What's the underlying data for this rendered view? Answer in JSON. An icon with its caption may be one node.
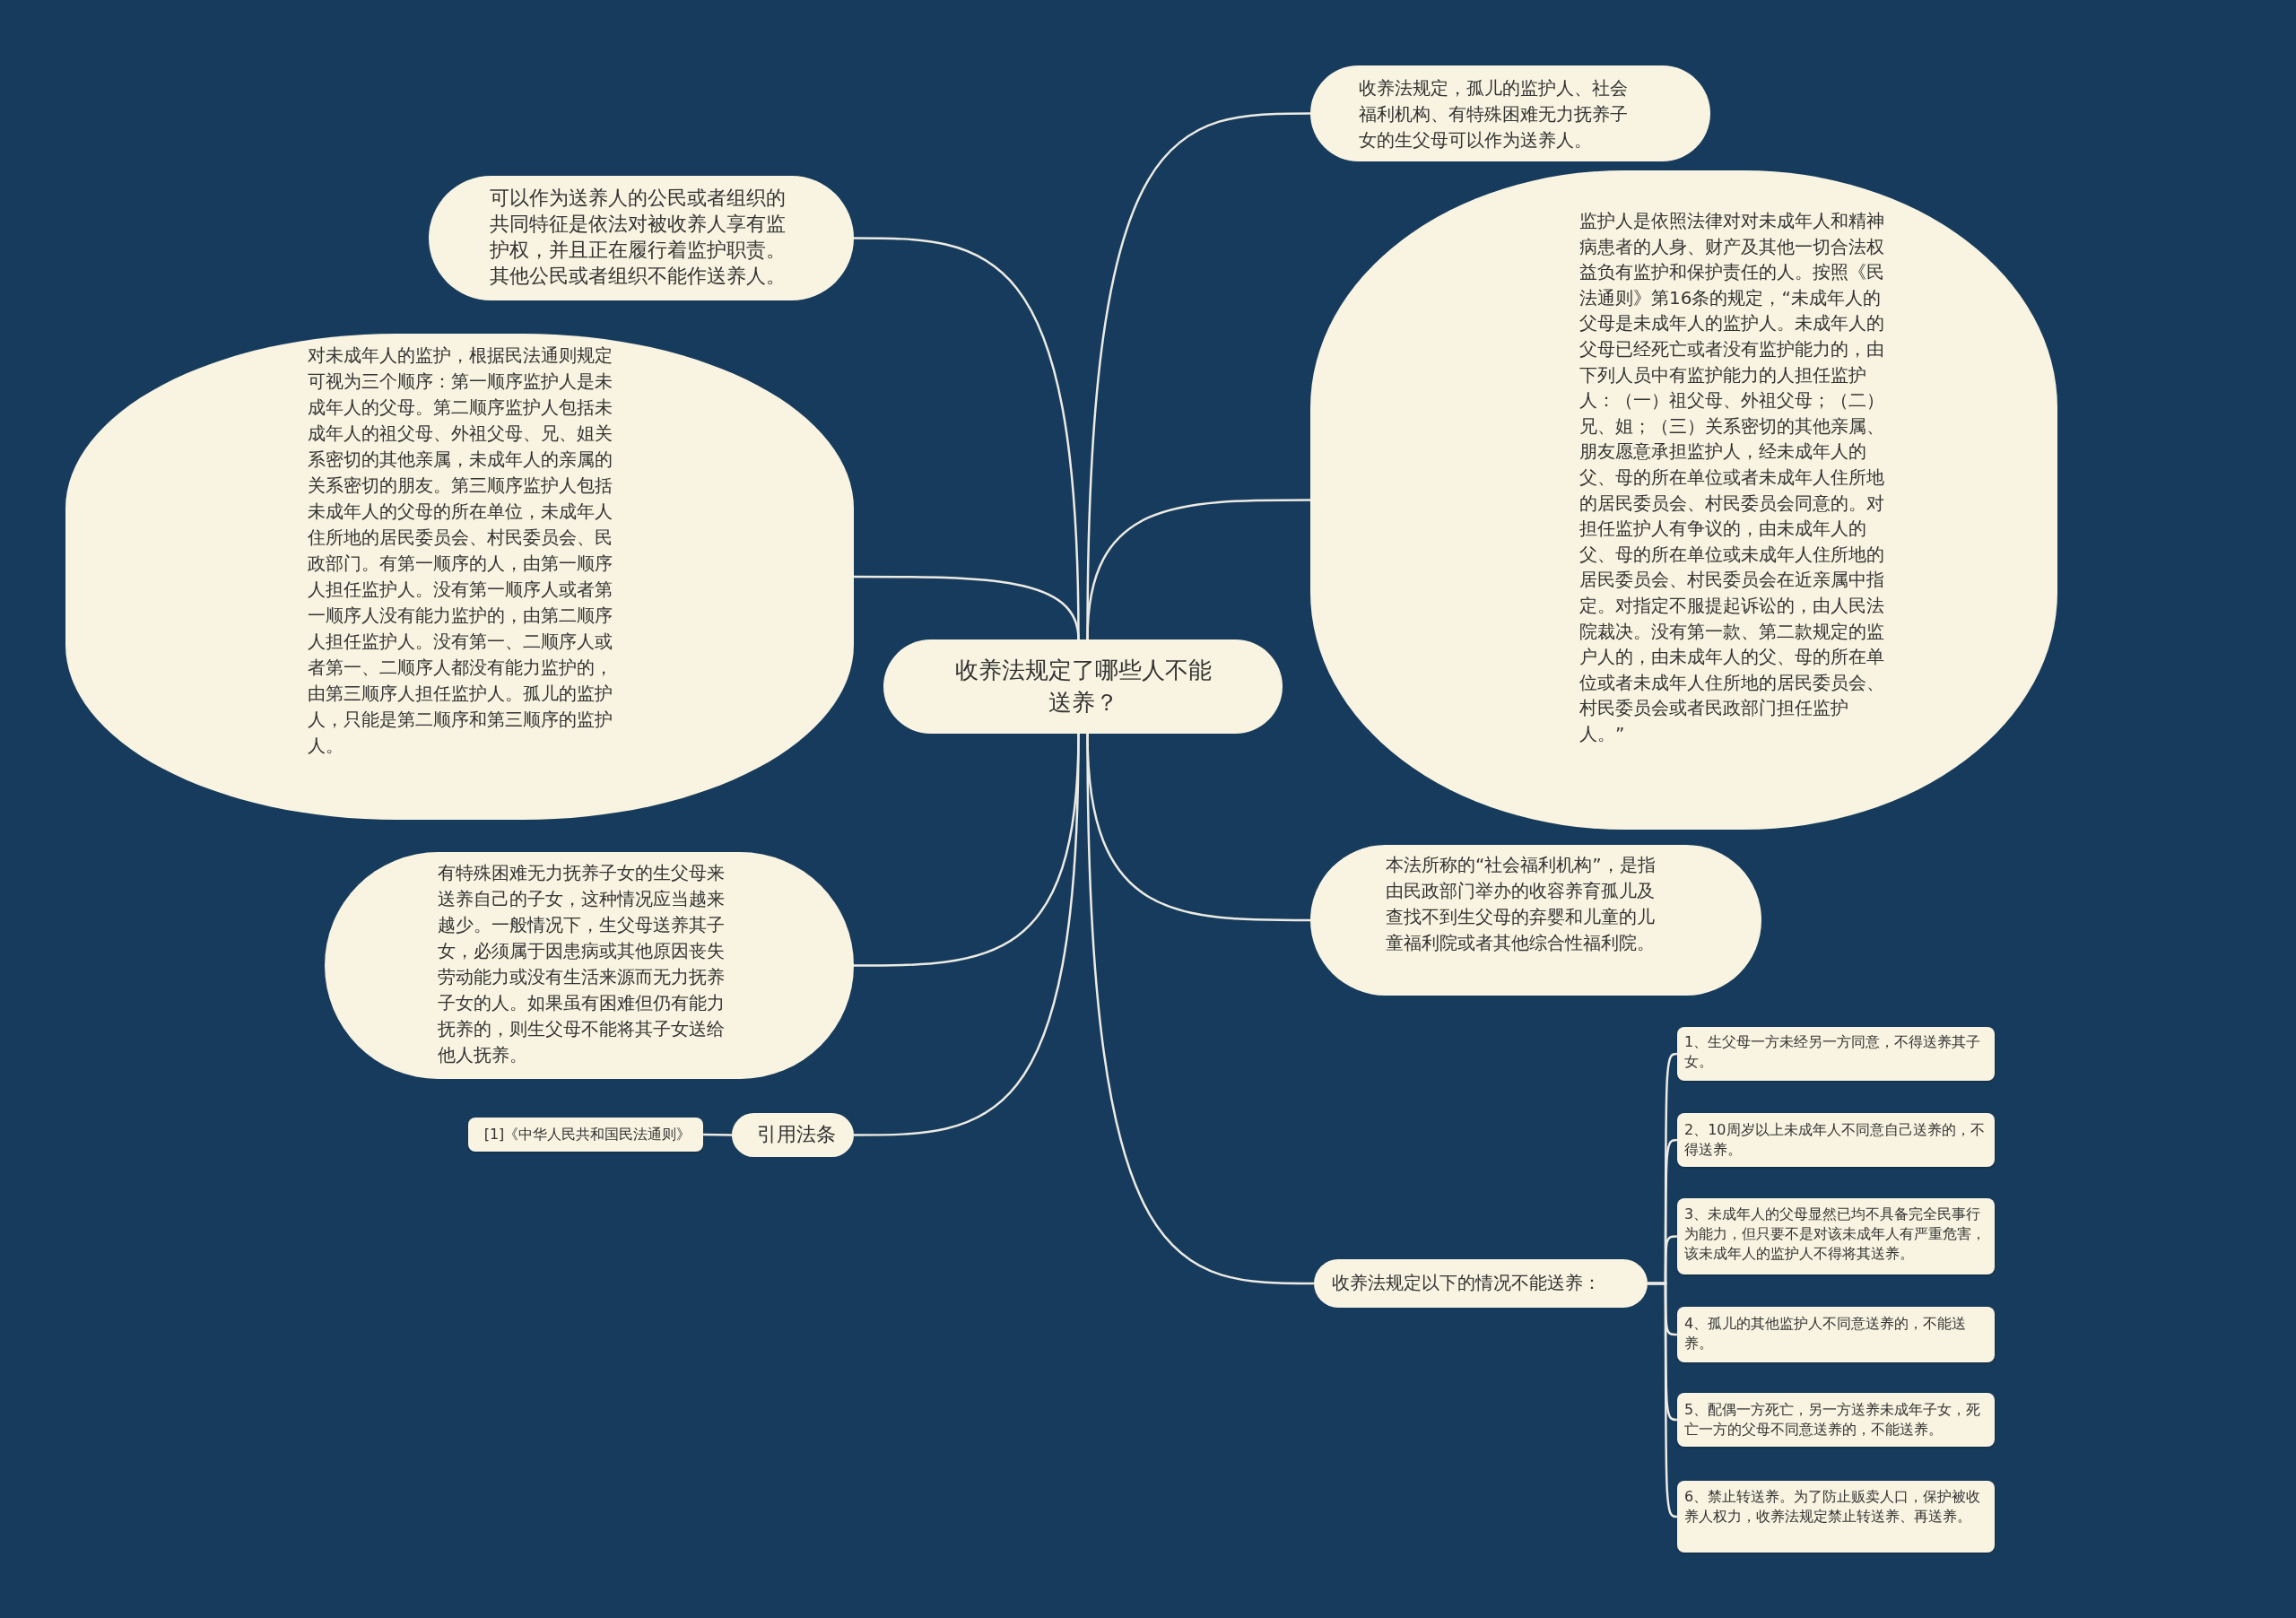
{
  "diagram": {
    "nodes": [
      {
        "text": [
          "收养法规定了哪些人不能送养？"
        ]
      },
      {
        "text": [
          "收养法规定，孤儿的监护人、社会福利机构、有特殊困难无力抚养子女的生父母可以作为送养人。"
        ]
      },
      {
        "text": [
          "监护人是依照法律对对未成年人和精神病患者的人身、财产及其他一切合法权益负有监护和保护责任的人。按照《民法通则》第16条的规定，“未成年人的父母是未成年人的监护人。未成年人的父母已经死亡或者没有监护能力的，由下列人员中有监护能力的人担任监护人：（一）祖父母、外祖父母；（二）兄、姐；（三）关系密切的其他亲属、朋友愿意承担监护人，经未成年人的父、母的所在单位或者未成年人住所地的居民委员会、村民委员会同意的。对担任监护人有争议的，由未成年人的父、母的所在单位或未成年人住所地的居民委员会、村民委员会在近亲属中指定。对指定不服提起诉讼的，由人民法院裁决。没有第一款、第二款规定的监户人的，由未成年人的父、母的所在单位或者未成年人住所地的居民委员会、村民委员会或者民政部门担任监护人。”"
        ]
      },
      {
        "text": [
          "本法所称的“社会福利机构”，是指由民政部门举办的收容养育孤儿及查找不到生父母的弃婴和儿童的儿童福利院或者其他综合性福利院。"
        ]
      },
      {
        "text": [
          "收养法规定以下的情况不能送养："
        ]
      },
      {
        "text": [
          "1、生父母一方未经另一方同意，不得送养其子女。"
        ]
      },
      {
        "text": [
          "2、10周岁以上未成年人不同意自己送养的，不得送养。"
        ]
      },
      {
        "text": [
          "3、未成年人的父母显然已均不具备完全民事行为能力，但只要不是对该未成年人有严重危害，该未成年人的监护人不得将其送养。"
        ]
      },
      {
        "text": [
          "4、孤儿的其他监护人不同意送养的，不能送养。"
        ]
      },
      {
        "text": [
          "5、配偶一方死亡，另一方送养未成年子女，死亡一方的父母不同意送养的，不能送养。"
        ]
      },
      {
        "text": [
          "6、禁止转送养。为了防止贩卖人口，保护被收养人权力，收养法规定禁止转送养、再送养。"
        ]
      },
      {
        "text": [
          "可以作为送养人的公民或者组织的共同特征是依法对被收养人享有监护权，并且正在履行着监护职责。其他公民或者组织不能作送养人。"
        ]
      },
      {
        "text": [
          "对未成年人的监护，根据民法通则规定可视为三个顺序：第一顺序监护人是未成年人的父母。第二顺序监护人包括未成年人的祖父母、外祖父母、兄、姐关系密切的其他亲属，未成年人的亲属的关系密切的朋友。第三顺序监护人包括未成年人的父母的所在单位，未成年人住所地的居民委员会、村民委员会、民政部门。有第一顺序的人，由第一顺序人担任监护人。没有第一顺序人或者第一顺序人没有能力监护的，由第二顺序人担任监护人。没有第一、二顺序人或者第一、二顺序人都没有能力监护的，由第三顺序人担任监护人。孤儿的监护人，只能是第二顺序和第三顺序的监护人。"
        ]
      },
      {
        "text": [
          "有特殊困难无力抚养子女的生父母来送养自己的子女，这种情况应当越来越少。一般情况下，生父母送养其子女，必须属于因患病或其他原因丧失劳动能力或没有生活来源而无力抚养子女的人。如果虽有困难但仍有能力抚养的，则生父母不能将其子女送给他人抚养。"
        ]
      },
      {
        "text": [
          "引用法条"
        ]
      },
      {
        "text": [
          "[1]《中华人民共和国民法通则》"
        ]
      }
    ],
    "edges": [
      {
        "from": 0,
        "to": 1,
        "arrow": "none"
      },
      {
        "from": 0,
        "to": 2,
        "arrow": "none"
      },
      {
        "from": 0,
        "to": 3,
        "arrow": "none"
      },
      {
        "from": 0,
        "to": 4,
        "arrow": "none"
      },
      {
        "from": 4,
        "to": 5,
        "arrow": "none"
      },
      {
        "from": 4,
        "to": 6,
        "arrow": "none"
      },
      {
        "from": 4,
        "to": 7,
        "arrow": "none"
      },
      {
        "from": 4,
        "to": 8,
        "arrow": "none"
      },
      {
        "from": 4,
        "to": 9,
        "arrow": "none"
      },
      {
        "from": 4,
        "to": 10,
        "arrow": "none"
      },
      {
        "from": 0,
        "to": 11,
        "arrow": "none"
      },
      {
        "from": 0,
        "to": 12,
        "arrow": "none"
      },
      {
        "from": 0,
        "to": 13,
        "arrow": "none"
      },
      {
        "from": 0,
        "to": 14,
        "arrow": "none"
      },
      {
        "from": 14,
        "to": 15,
        "arrow": "none"
      }
    ]
  }
}
